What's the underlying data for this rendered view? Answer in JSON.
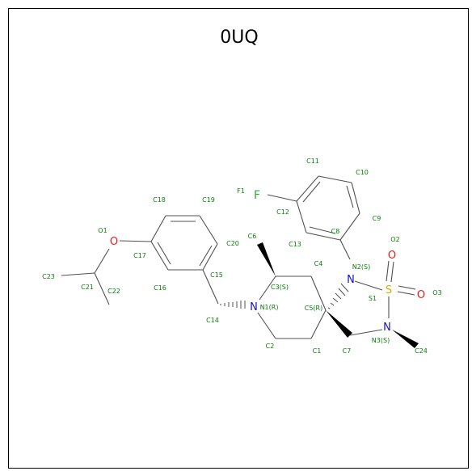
{
  "title": "0UQ",
  "colors": {
    "carbon": "#505050",
    "oxygen": "#e81c1c",
    "nitrogen": "#1414c8",
    "sulfur": "#c8b400",
    "fluorine": "#23b423",
    "label": "#0a7d0a"
  },
  "elements": {
    "O1": "O",
    "O2": "O",
    "O3": "O",
    "N1": "N",
    "N2": "N",
    "N3": "N",
    "S1": "S",
    "F1": "F"
  },
  "labels": {
    "O1": "O1",
    "O2": "O2",
    "O3": "O3",
    "S1": "S1",
    "F1": "F1",
    "N1": "N1(R)",
    "N2": "N2(S)",
    "N3": "N3(S)",
    "C1": "C1",
    "C2": "C2",
    "C3": "C3(S)",
    "C4": "C4",
    "C5": "C5(R)",
    "C6": "C6",
    "C7": "C7",
    "C8": "C8",
    "C9": "C9",
    "C10": "C10",
    "C11": "C11",
    "C12": "C12",
    "C13": "C13",
    "C14": "C14",
    "C15": "C15",
    "C16": "C16",
    "C17": "C17",
    "C18": "C18",
    "C19": "C19",
    "C20": "C20",
    "C21": "C21",
    "C22": "C22",
    "C23": "C23",
    "C24": "C24"
  }
}
